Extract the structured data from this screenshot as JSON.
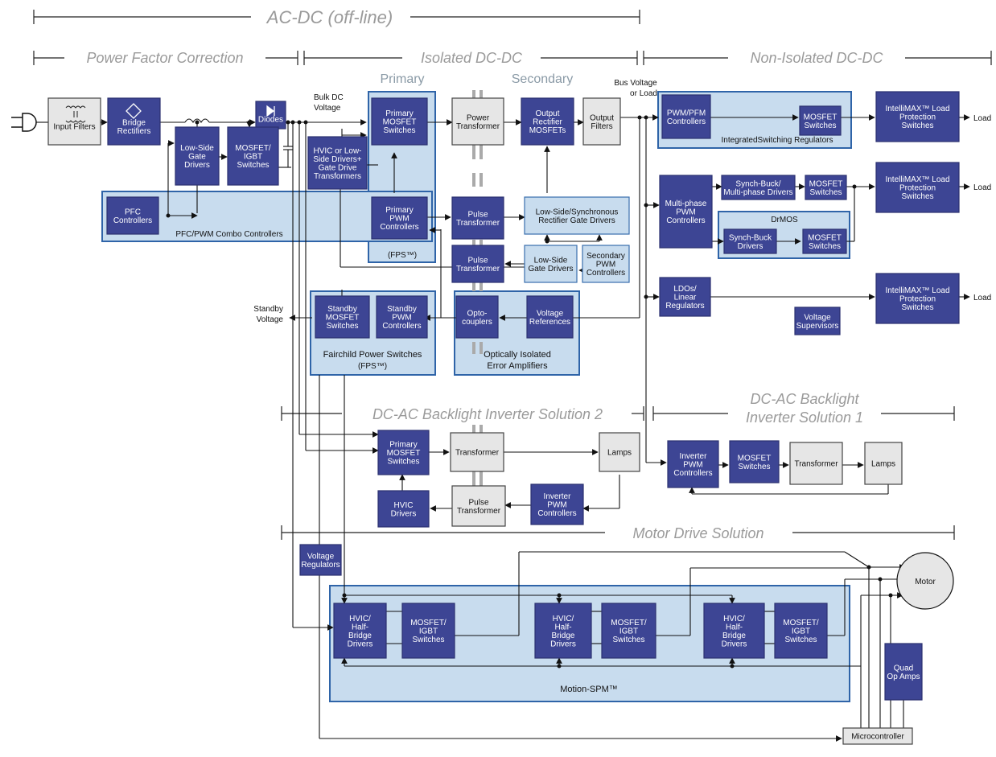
{
  "sections": {
    "ac_dc": "AC-DC (off-line)",
    "pfc": "Power Factor Correction",
    "isolated": "Isolated DC-DC",
    "non_isolated": "Non-Isolated DC-DC",
    "primary": "Primary",
    "secondary": "Secondary",
    "inverter2": "DC-AC Backlight Inverter Solution 2",
    "inverter1_line1": "DC-AC Backlight",
    "inverter1_line2": "Inverter Solution 1",
    "motor": "Motor Drive Solution"
  },
  "annotations": {
    "bulk_dc": [
      "Bulk DC",
      "Voltage"
    ],
    "bus_voltage": [
      "Bus Voltage",
      "or Load"
    ],
    "standby_voltage": [
      "Standby",
      "Voltage"
    ],
    "load": "Load"
  },
  "groups": {
    "pfc_pwm_combo": "PFC/PWM Combo Controllers",
    "fps_primary": "(FPS™)",
    "integrated_switching": "IntegratedSwitching Regulators",
    "drmos": "DrMOS",
    "fairchild_switches": [
      "Fairchild Power Switches",
      "(FPS™)"
    ],
    "opto_isolated": [
      "Optically Isolated",
      "Error Amplifiers"
    ],
    "motion_spm": "Motion-SPM™"
  },
  "blocks": {
    "input_filters": [
      "Input Filters"
    ],
    "bridge_rectifiers": [
      "Bridge",
      "Rectifiers"
    ],
    "diodes": [
      "Diodes"
    ],
    "low_side_gate_drivers": [
      "Low-Side",
      "Gate",
      "Drivers"
    ],
    "mosfet_igbt_switches": [
      "MOSFET/",
      "IGBT",
      "Switches"
    ],
    "pfc_controllers": [
      "PFC",
      "Controllers"
    ],
    "hvic_gate_drive": [
      "HVIC or Low-",
      "Side Drivers+",
      "Gate Drive",
      "Transformers"
    ],
    "primary_mosfet_switches": [
      "Primary",
      "MOSFET",
      "Switches"
    ],
    "primary_pwm_controllers": [
      "Primary",
      "PWM",
      "Controllers"
    ],
    "power_transformer": [
      "Power",
      "Transformer"
    ],
    "output_rectifier_mosfets": [
      "Output",
      "Rectifier",
      "MOSFETs"
    ],
    "output_filters": [
      "Output",
      "Filters"
    ],
    "pulse_transformer_1": [
      "Pulse",
      "Transformer"
    ],
    "ls_sync_rect_gate_drivers": [
      "Low-Side/Synchronous",
      "Rectifier Gate Drivers"
    ],
    "pulse_transformer_2": [
      "Pulse",
      "Transformer"
    ],
    "low_side_gate_drivers_2": [
      "Low-Side",
      "Gate Drivers"
    ],
    "secondary_pwm_controllers": [
      "Secondary",
      "PWM",
      "Controllers"
    ],
    "standby_mosfet_switches": [
      "Standby",
      "MOSFET",
      "Switches"
    ],
    "standby_pwm_controllers": [
      "Standby",
      "PWM",
      "Controllers"
    ],
    "optocouplers": [
      "Opto-",
      "couplers"
    ],
    "voltage_references": [
      "Voltage",
      "References"
    ],
    "pwm_pfm_controllers": [
      "PWM/PFM",
      "Controllers"
    ],
    "mosfet_switches_isr": [
      "MOSFET",
      "Switches"
    ],
    "intellimax_1": [
      "IntelliMAX™ Load",
      "Protection",
      "Switches"
    ],
    "multiphase_pwm": [
      "Multi-phase",
      "PWM",
      "Controllers"
    ],
    "synch_buck_multiphase": [
      "Synch-Buck/",
      "Multi-phase Drivers"
    ],
    "mosfet_switches_mp": [
      "MOSFET",
      "Switches"
    ],
    "intellimax_2": [
      "IntelliMAX™ Load",
      "Protection",
      "Switches"
    ],
    "synch_buck_drivers": [
      "Synch-Buck",
      "Drivers"
    ],
    "mosfet_switches_drmos": [
      "MOSFET",
      "Switches"
    ],
    "ldos": [
      "LDOs/",
      "Linear",
      "Regulators"
    ],
    "intellimax_3": [
      "IntelliMAX™ Load",
      "Protection",
      "Switches"
    ],
    "voltage_supervisors": [
      "Voltage",
      "Supervisors"
    ],
    "inv2_primary_mosfet": [
      "Primary",
      "MOSFET",
      "Switches"
    ],
    "inv2_transformer": [
      "Transformer"
    ],
    "inv2_lamps": [
      "Lamps"
    ],
    "inv2_hvic_drivers": [
      "HVIC",
      "Drivers"
    ],
    "inv2_pulse_transformer": [
      "Pulse",
      "Transformer"
    ],
    "inv2_inverter_pwm": [
      "Inverter",
      "PWM",
      "Controllers"
    ],
    "inv1_inverter_pwm": [
      "Inverter",
      "PWM",
      "Controllers"
    ],
    "inv1_mosfet_switches": [
      "MOSFET",
      "Switches"
    ],
    "inv1_transformer": [
      "Transformer"
    ],
    "inv1_lamps": [
      "Lamps"
    ],
    "voltage_regulators": [
      "Voltage",
      "Regulators"
    ],
    "hvic_half_bridge_1": [
      "HVIC/",
      "Half-",
      "Bridge",
      "Drivers"
    ],
    "mosfet_igbt_1": [
      "MOSFET/",
      "IGBT",
      "Switches"
    ],
    "hvic_half_bridge_2": [
      "HVIC/",
      "Half-",
      "Bridge",
      "Drivers"
    ],
    "mosfet_igbt_2": [
      "MOSFET/",
      "IGBT",
      "Switches"
    ],
    "hvic_half_bridge_3": [
      "HVIC/",
      "Half-",
      "Bridge",
      "Drivers"
    ],
    "mosfet_igbt_3": [
      "MOSFET/",
      "IGBT",
      "Switches"
    ],
    "quad_op_amps": [
      "Quad",
      "Op Amps"
    ],
    "motor": [
      "Motor"
    ],
    "microcontroller": [
      "Microcontroller"
    ]
  },
  "colors": {
    "dark_block": "#3d4594",
    "light_block": "#e6e6e6",
    "group_fill": "#c8dcee",
    "group_border": "#2f64a8",
    "section_text": "#9a9a9a"
  }
}
